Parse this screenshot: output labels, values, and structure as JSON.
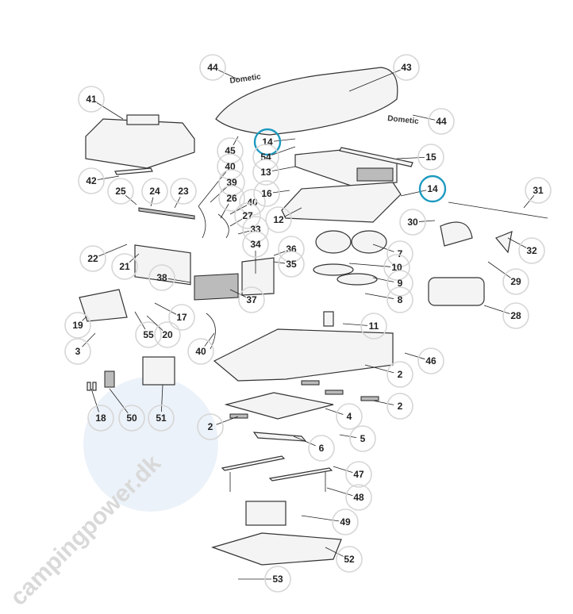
{
  "diagram": {
    "watermark": "campingpower.dk",
    "brand_text": "Dometic",
    "highlight_color": "#1e9ac0",
    "callouts": [
      {
        "label": "44"
      },
      {
        "label": "43"
      },
      {
        "label": "41"
      },
      {
        "label": "44"
      },
      {
        "label": "14",
        "highlighted": true
      },
      {
        "label": "45"
      },
      {
        "label": "54"
      },
      {
        "label": "13"
      },
      {
        "label": "15"
      },
      {
        "label": "40"
      },
      {
        "label": "39"
      },
      {
        "label": "42"
      },
      {
        "label": "25"
      },
      {
        "label": "24"
      },
      {
        "label": "23"
      },
      {
        "label": "26"
      },
      {
        "label": "40"
      },
      {
        "label": "14",
        "highlighted": true
      },
      {
        "label": "16"
      },
      {
        "label": "31"
      },
      {
        "label": "12"
      },
      {
        "label": "27"
      },
      {
        "label": "30"
      },
      {
        "label": "33"
      },
      {
        "label": "34"
      },
      {
        "label": "22"
      },
      {
        "label": "21"
      },
      {
        "label": "36"
      },
      {
        "label": "35"
      },
      {
        "label": "7"
      },
      {
        "label": "32"
      },
      {
        "label": "10"
      },
      {
        "label": "9"
      },
      {
        "label": "38"
      },
      {
        "label": "29"
      },
      {
        "label": "37"
      },
      {
        "label": "8"
      },
      {
        "label": "28"
      },
      {
        "label": "17"
      },
      {
        "label": "19"
      },
      {
        "label": "11"
      },
      {
        "label": "55"
      },
      {
        "label": "20"
      },
      {
        "label": "3"
      },
      {
        "label": "40"
      },
      {
        "label": "46"
      },
      {
        "label": "2"
      },
      {
        "label": "2"
      },
      {
        "label": "18"
      },
      {
        "label": "50"
      },
      {
        "label": "51"
      },
      {
        "label": "4"
      },
      {
        "label": "2"
      },
      {
        "label": "5"
      },
      {
        "label": "6"
      },
      {
        "label": "47"
      },
      {
        "label": "48"
      },
      {
        "label": "49"
      },
      {
        "label": "52"
      },
      {
        "label": "53"
      }
    ]
  }
}
